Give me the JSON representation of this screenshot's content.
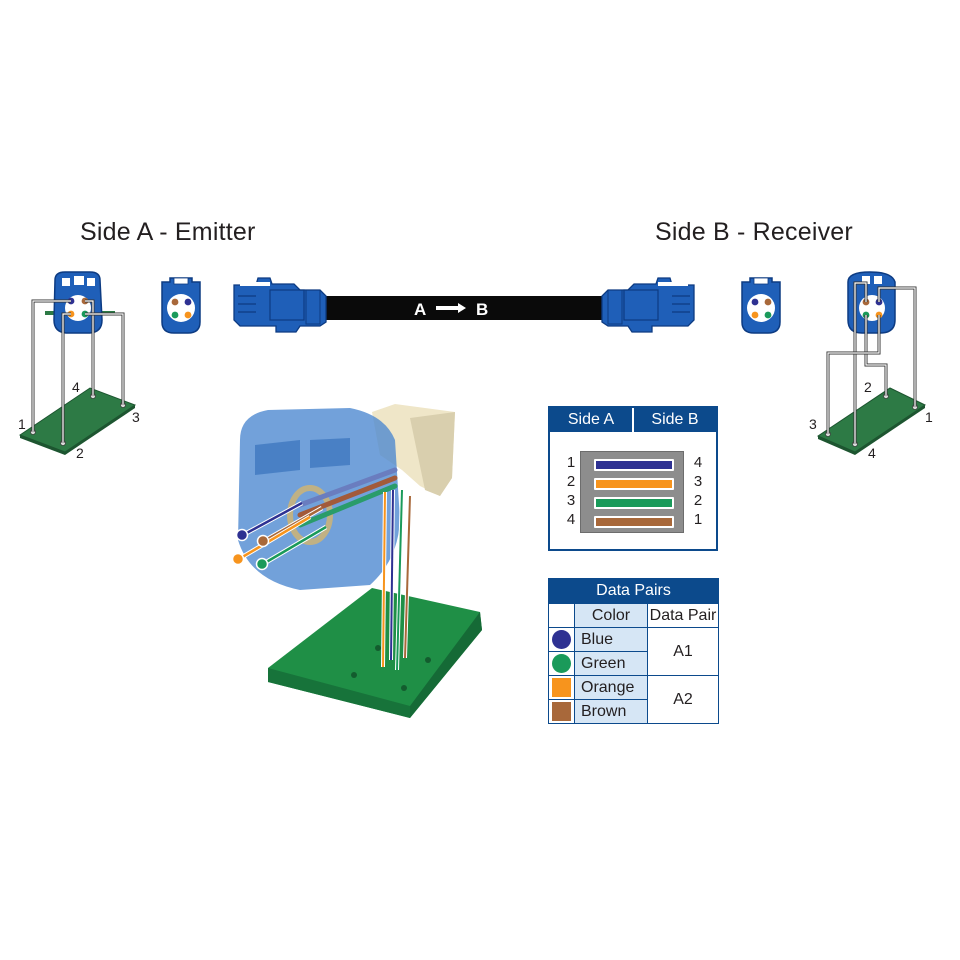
{
  "titles": {
    "side_a": "Side A - Emitter",
    "side_b": "Side B - Receiver"
  },
  "cable": {
    "label_from": "A",
    "label_to": "B",
    "arrow_icon": "right-arrow-icon"
  },
  "colors": {
    "connector_blue": "#1f5fb8",
    "connector_dark": "#0d3b82",
    "cable_black": "#0a0a0a",
    "pcb_green": "#2d7a45",
    "table_header": "#0c4a8c",
    "table_cell_light": "#d6e6f5",
    "wire_blue": "#2e3192",
    "wire_orange": "#f7941d",
    "wire_green": "#1a9a5a",
    "wire_brown": "#a8683a"
  },
  "side_a_board": {
    "pins": [
      "1",
      "2",
      "3",
      "4"
    ]
  },
  "side_b_board": {
    "pins": [
      "1",
      "2",
      "3",
      "4"
    ]
  },
  "pin_mapping": {
    "headers": [
      "Side A",
      "Side B"
    ],
    "rows": [
      {
        "side_a": "1",
        "side_b": "4",
        "color": "blue"
      },
      {
        "side_a": "2",
        "side_b": "3",
        "color": "orange"
      },
      {
        "side_a": "3",
        "side_b": "2",
        "color": "green"
      },
      {
        "side_a": "4",
        "side_b": "1",
        "color": "brown"
      }
    ]
  },
  "data_pairs": {
    "title": "Data Pairs",
    "headers": [
      "Color",
      "Data Pair"
    ],
    "rows": [
      {
        "color": "Blue",
        "swatch": "circle",
        "hex": "#2e3192"
      },
      {
        "color": "Green",
        "swatch": "circle",
        "hex": "#1a9a5a"
      },
      {
        "color": "Orange",
        "swatch": "square",
        "hex": "#f7941d"
      },
      {
        "color": "Brown",
        "swatch": "square",
        "hex": "#a8683a"
      }
    ],
    "pairs": [
      {
        "label": "A1",
        "colors": [
          "Blue",
          "Green"
        ]
      },
      {
        "label": "A2",
        "colors": [
          "Orange",
          "Brown"
        ]
      }
    ]
  }
}
